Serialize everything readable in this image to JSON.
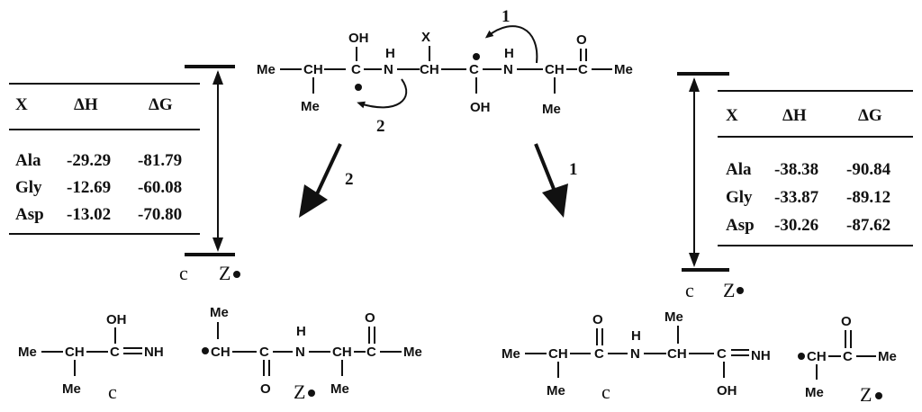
{
  "reactant": {
    "me_left": "Me",
    "ch_left": "CH",
    "me_branch": "Me",
    "c1": "C",
    "oh1": "OH",
    "nh1_n": "N",
    "nh1_h": "H",
    "x_label": "X",
    "ch_mid": "CH",
    "c2": "C",
    "oh2": "OH",
    "nh2_h": "H",
    "nh2_n": "N",
    "ch_right": "CH",
    "me_right_branch": "Me",
    "c3": "C",
    "o3": "O",
    "me_end": "Me"
  },
  "arrows": {
    "path1_label": "1",
    "path2_label": "2"
  },
  "table_left": {
    "headers": [
      "X",
      "ΔH",
      "ΔG"
    ],
    "rows": [
      [
        "Ala",
        "-29.29",
        "-81.79"
      ],
      [
        "Gly",
        "-12.69",
        "-60.08"
      ],
      [
        "Asp",
        "-13.02",
        "-70.80"
      ]
    ]
  },
  "table_right": {
    "headers": [
      "X",
      "ΔH",
      "ΔG"
    ],
    "rows": [
      [
        "Ala",
        "-38.38",
        "-90.84"
      ],
      [
        "Gly",
        "-33.87",
        "-89.12"
      ],
      [
        "Asp",
        "-30.26",
        "-87.62"
      ]
    ]
  },
  "energy_left": {
    "c_label": "c",
    "z_label": "Z"
  },
  "energy_right": {
    "c_label": "c",
    "z_label": "Z"
  },
  "products_path2": {
    "c_frag": {
      "me": "Me",
      "ch": "CH",
      "c": "C",
      "oh": "OH",
      "nh": "NH",
      "me_branch": "Me",
      "label": "c"
    },
    "z_frag": {
      "me_top": "Me",
      "ch": "CH",
      "c": "C",
      "o": "O",
      "n": "N",
      "h": "H",
      "ch2": "CH",
      "me_branch": "Me",
      "c2": "C",
      "o2": "O",
      "me_end": "Me",
      "label": "Z"
    }
  },
  "products_path1": {
    "c_frag": {
      "me": "Me",
      "ch": "CH",
      "c": "C",
      "o": "O",
      "h": "H",
      "n": "N",
      "ch2": "CH",
      "me_top": "Me",
      "me_branch": "Me",
      "c2": "C",
      "nh": "NH",
      "oh": "OH",
      "label": "c"
    },
    "z_frag": {
      "ch": "CH",
      "me_branch": "Me",
      "c": "C",
      "o": "O",
      "me_end": "Me",
      "label": "Z"
    }
  }
}
